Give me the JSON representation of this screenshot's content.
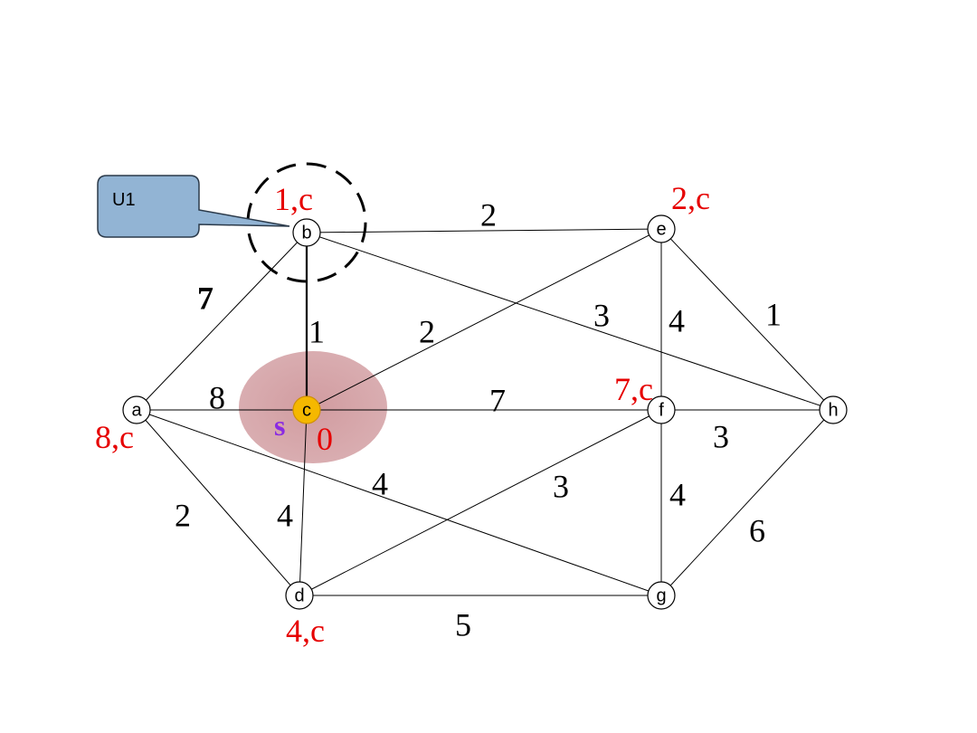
{
  "callout": {
    "text": "U1",
    "fill": "#92b4d4"
  },
  "source": {
    "marker": "s",
    "distance": "0",
    "node": "c"
  },
  "colors": {
    "distance": "#e60000",
    "source_fill": "#f5b800",
    "highlight": "#c98a8f",
    "source_marker": "#8a2be2"
  },
  "nodes": [
    {
      "id": "a",
      "label": "a",
      "dist": "8,c"
    },
    {
      "id": "b",
      "label": "b",
      "dist": "1,c"
    },
    {
      "id": "c",
      "label": "c",
      "dist": ""
    },
    {
      "id": "d",
      "label": "d",
      "dist": "4,c"
    },
    {
      "id": "e",
      "label": "e",
      "dist": "2,c"
    },
    {
      "id": "f",
      "label": "f",
      "dist": "7,c"
    },
    {
      "id": "g",
      "label": "g",
      "dist": ""
    },
    {
      "id": "h",
      "label": "h",
      "dist": ""
    }
  ],
  "edges": [
    {
      "from": "a",
      "to": "b",
      "weight": "7"
    },
    {
      "from": "a",
      "to": "c",
      "weight": "8"
    },
    {
      "from": "a",
      "to": "d",
      "weight": "2"
    },
    {
      "from": "a",
      "to": "g",
      "weight": "4"
    },
    {
      "from": "b",
      "to": "c",
      "weight": "1"
    },
    {
      "from": "b",
      "to": "e",
      "weight": "2"
    },
    {
      "from": "b",
      "to": "h",
      "weight": "3"
    },
    {
      "from": "c",
      "to": "e",
      "weight": "2"
    },
    {
      "from": "c",
      "to": "f",
      "weight": "7"
    },
    {
      "from": "c",
      "to": "d",
      "weight": "4"
    },
    {
      "from": "d",
      "to": "f",
      "weight": "3"
    },
    {
      "from": "d",
      "to": "g",
      "weight": "5"
    },
    {
      "from": "e",
      "to": "f",
      "weight": "4"
    },
    {
      "from": "e",
      "to": "h",
      "weight": "1"
    },
    {
      "from": "f",
      "to": "h",
      "weight": "3"
    },
    {
      "from": "f",
      "to": "g",
      "weight": "4"
    },
    {
      "from": "g",
      "to": "h",
      "weight": "6"
    }
  ]
}
